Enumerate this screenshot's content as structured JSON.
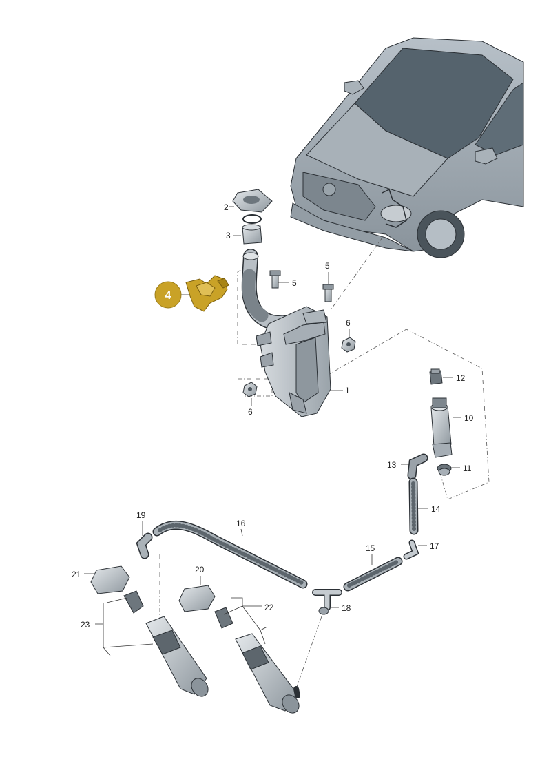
{
  "diagram": {
    "highlight_color": "#c9a227",
    "part_color": "#c2c8cd",
    "part_shadow": "#7d868d",
    "highlighted_part": "4",
    "callouts": [
      {
        "id": "c1",
        "label": "1"
      },
      {
        "id": "c2",
        "label": "2"
      },
      {
        "id": "c3",
        "label": "3"
      },
      {
        "id": "c4",
        "label": "4"
      },
      {
        "id": "c5a",
        "label": "5"
      },
      {
        "id": "c5b",
        "label": "5"
      },
      {
        "id": "c6a",
        "label": "6"
      },
      {
        "id": "c6b",
        "label": "6"
      },
      {
        "id": "c10",
        "label": "10"
      },
      {
        "id": "c11",
        "label": "11"
      },
      {
        "id": "c12",
        "label": "12"
      },
      {
        "id": "c13",
        "label": "13"
      },
      {
        "id": "c14",
        "label": "14"
      },
      {
        "id": "c15",
        "label": "15"
      },
      {
        "id": "c16",
        "label": "16"
      },
      {
        "id": "c17",
        "label": "17"
      },
      {
        "id": "c18",
        "label": "18"
      },
      {
        "id": "c19",
        "label": "19"
      },
      {
        "id": "c20",
        "label": "20"
      },
      {
        "id": "c21",
        "label": "21"
      },
      {
        "id": "c22",
        "label": "22"
      },
      {
        "id": "c23",
        "label": "23"
      }
    ]
  }
}
